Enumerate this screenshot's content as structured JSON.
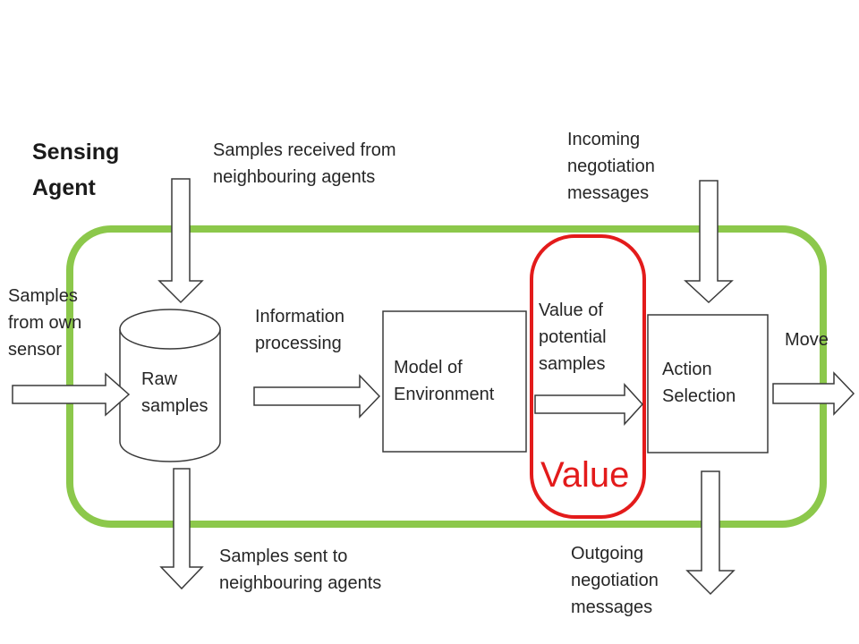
{
  "title": "Sensing\nAgent",
  "labels": {
    "samples_received": "Samples received from\nneighbouring agents",
    "incoming": "Incoming\nnegotiation\nmessages",
    "samples_own": "Samples\nfrom own\nsensor",
    "info_processing": "Information\nprocessing",
    "value_potential": "Value of\npotential\nsamples",
    "move": "Move",
    "samples_sent": "Samples sent to\nneighbouring agents",
    "outgoing": "Outgoing\nnegotiation\nmessages"
  },
  "boxes": {
    "raw_samples": "Raw\nsamples",
    "model_env": "Model of\nEnvironment",
    "action_selection": "Action\nSelection"
  },
  "value_word": "Value",
  "colors": {
    "agent_border": "#8cc84b",
    "value_border": "#e31b1b",
    "value_text": "#e31b1b",
    "stroke": "#3a3a3a"
  }
}
